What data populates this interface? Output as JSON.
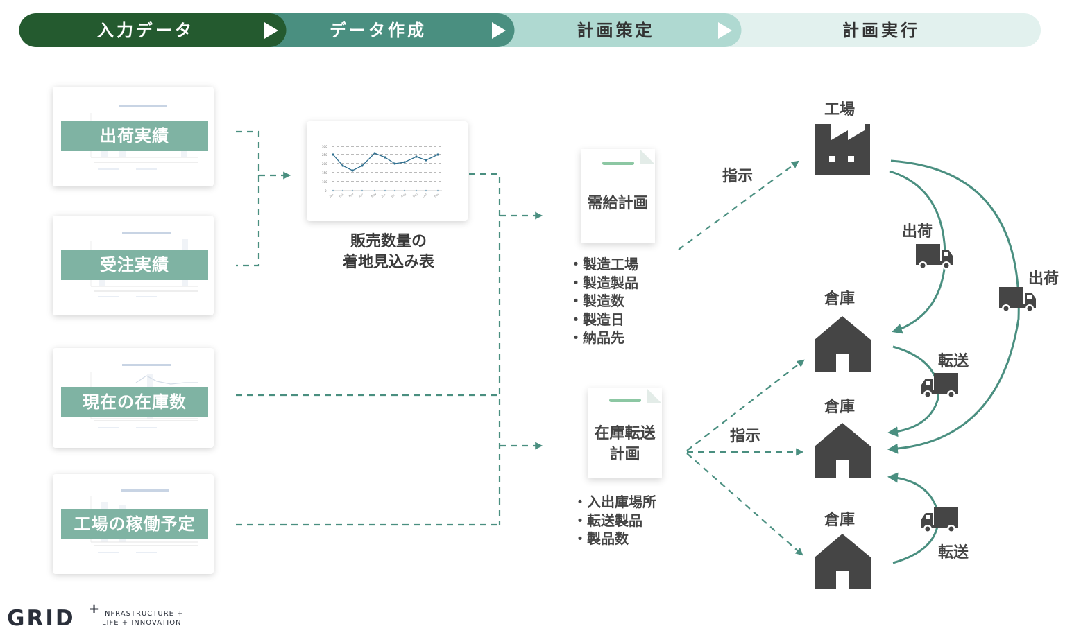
{
  "steps": [
    {
      "label": "入力データ",
      "color": "#245a2f",
      "text_color": "#ffffff"
    },
    {
      "label": "データ作成",
      "color": "#4a8f80",
      "text_color": "#ffffff"
    },
    {
      "label": "計画策定",
      "color": "#afd9d1",
      "text_color": "#333333"
    },
    {
      "label": "計画実行",
      "color": "#e2f1ee",
      "text_color": "#333333"
    }
  ],
  "inputs": [
    {
      "label": "出荷実績"
    },
    {
      "label": "受注実績"
    },
    {
      "label": "現在の在庫数"
    },
    {
      "label": "工場の稼働予定"
    }
  ],
  "forecast": {
    "caption_line1": "販売数量の",
    "caption_line2": "着地見込み表"
  },
  "plans": [
    {
      "title_line1": "需給計画",
      "title_line2": "",
      "items": [
        "・製造工場",
        "・製造製品",
        "・製造数",
        "・製造日",
        "・納品先"
      ]
    },
    {
      "title_line1": "在庫転送",
      "title_line2": "計画",
      "items": [
        "・入出庫場所",
        "・転送製品",
        "・製品数"
      ]
    }
  ],
  "execution": {
    "factory_label": "工場",
    "warehouse_label_1": "倉庫",
    "warehouse_label_2": "倉庫",
    "warehouse_label_3": "倉庫",
    "instruct_label_1": "指示",
    "instruct_label_2": "指示",
    "ship_label_1": "出荷",
    "ship_label_2": "出荷",
    "transfer_label_1": "転送",
    "transfer_label_2": "転送"
  },
  "logo": {
    "name": "GRID",
    "plus": "+",
    "tagline_1": "INFRASTRUCTURE +",
    "tagline_2": "LIFE + INNOVATION"
  },
  "colors": {
    "accent": "#4a8f80",
    "dark_green": "#245a2f",
    "icon": "#454545",
    "band": "#7fb3a3"
  }
}
